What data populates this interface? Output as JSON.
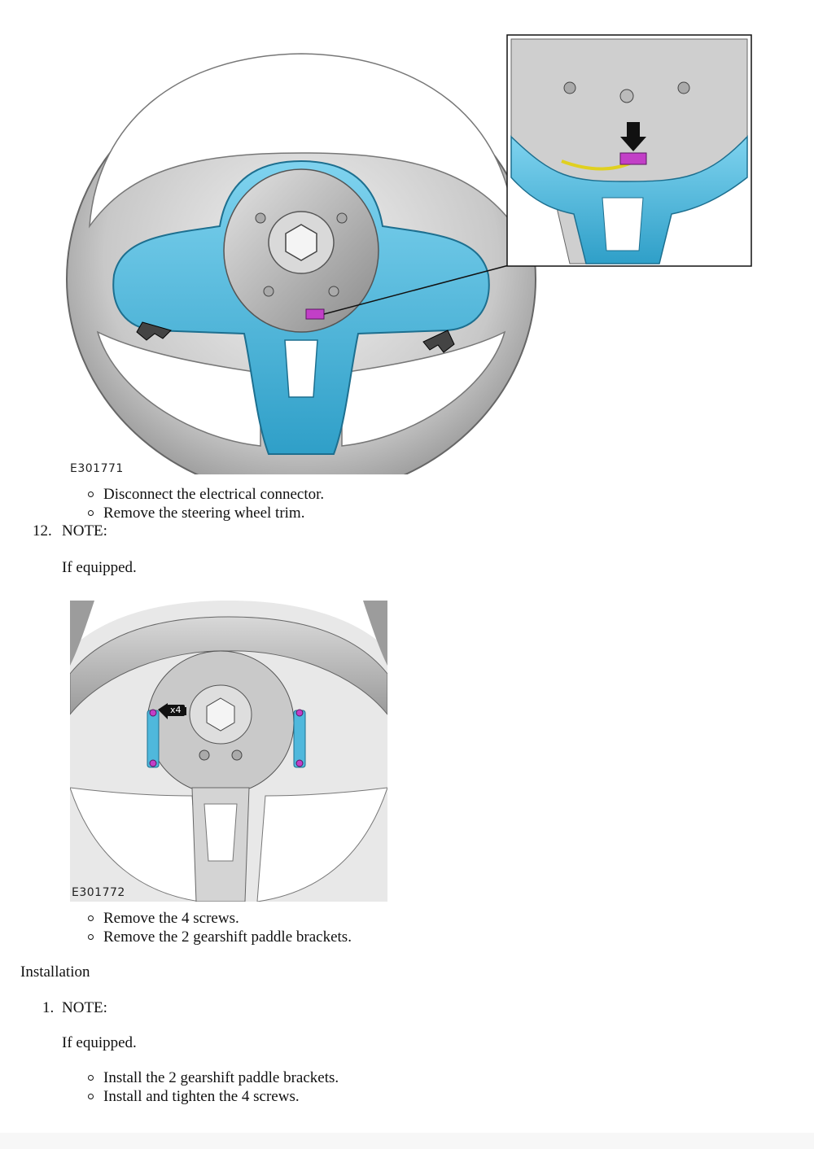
{
  "figure1": {
    "id": "E301771"
  },
  "figure2": {
    "id": "E301772",
    "callout": "x4"
  },
  "step11_bullets": [
    "Disconnect the electrical connector.",
    "Remove the steering wheel trim."
  ],
  "step12": {
    "number": "12.",
    "label": "NOTE:",
    "note": "If equipped."
  },
  "step12_bullets": [
    "Remove the 4 screws.",
    "Remove the 2 gearshift paddle brackets."
  ],
  "section": {
    "title": "Installation"
  },
  "inst_step1": {
    "number": "1.",
    "label": "NOTE:",
    "note": "If equipped."
  },
  "inst_step1_bullets": [
    "Install the 2 gearshift paddle brackets.",
    "Install and tighten the 4 screws."
  ],
  "colors": {
    "highlight_blue": "#4fb8dc",
    "connector_magenta": "#c23fc7",
    "wheel_gray": "#bcbcbc"
  }
}
